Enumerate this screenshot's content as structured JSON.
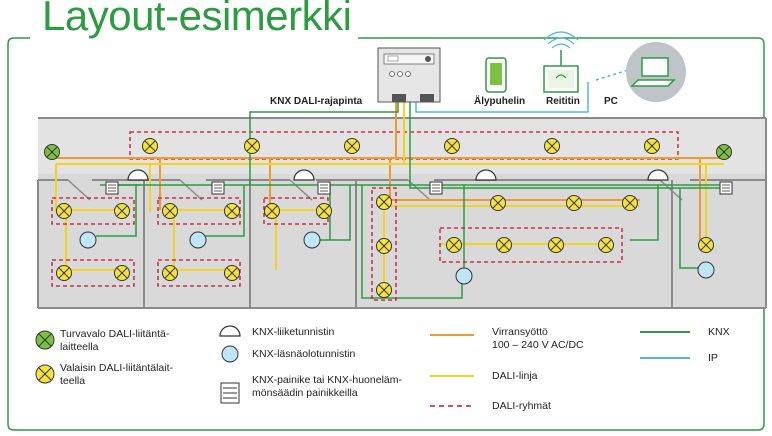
{
  "title": "Layout-esimerkki",
  "devices": {
    "knx_dali": "KNX DALI-rajapinta",
    "phone": "Älypuhelin",
    "router": "Reititin",
    "pc": "PC"
  },
  "legend": {
    "emergency_line1": "Turvavalo DALI-liitäntä-",
    "emergency_line2": "laitteella",
    "luminaire_line1": "Valaisin DALI-liitäntälait-",
    "luminaire_line2": "teella",
    "motion": "KNX-liiketunnistin",
    "presence": "KNX-läsnäolotunnistin",
    "button_line1": "KNX-painike tai KNX-huoneläm-",
    "button_line2": "mönsäädin painikkeilla",
    "power_line1": "Virransyöttö",
    "power_line2": "100 – 240 V AC/DC",
    "dali_line": "DALI-linja",
    "dali_groups": "DALI-ryhmät",
    "knx": "KNX",
    "ip": "IP"
  },
  "colors": {
    "green": "#2e9b43",
    "orange": "#f39a2b",
    "yellow": "#f4d21f",
    "blue": "#4fb8e0",
    "red": "#c8102e",
    "lamp": "#f5e23a",
    "emergency": "#7cc142"
  }
}
